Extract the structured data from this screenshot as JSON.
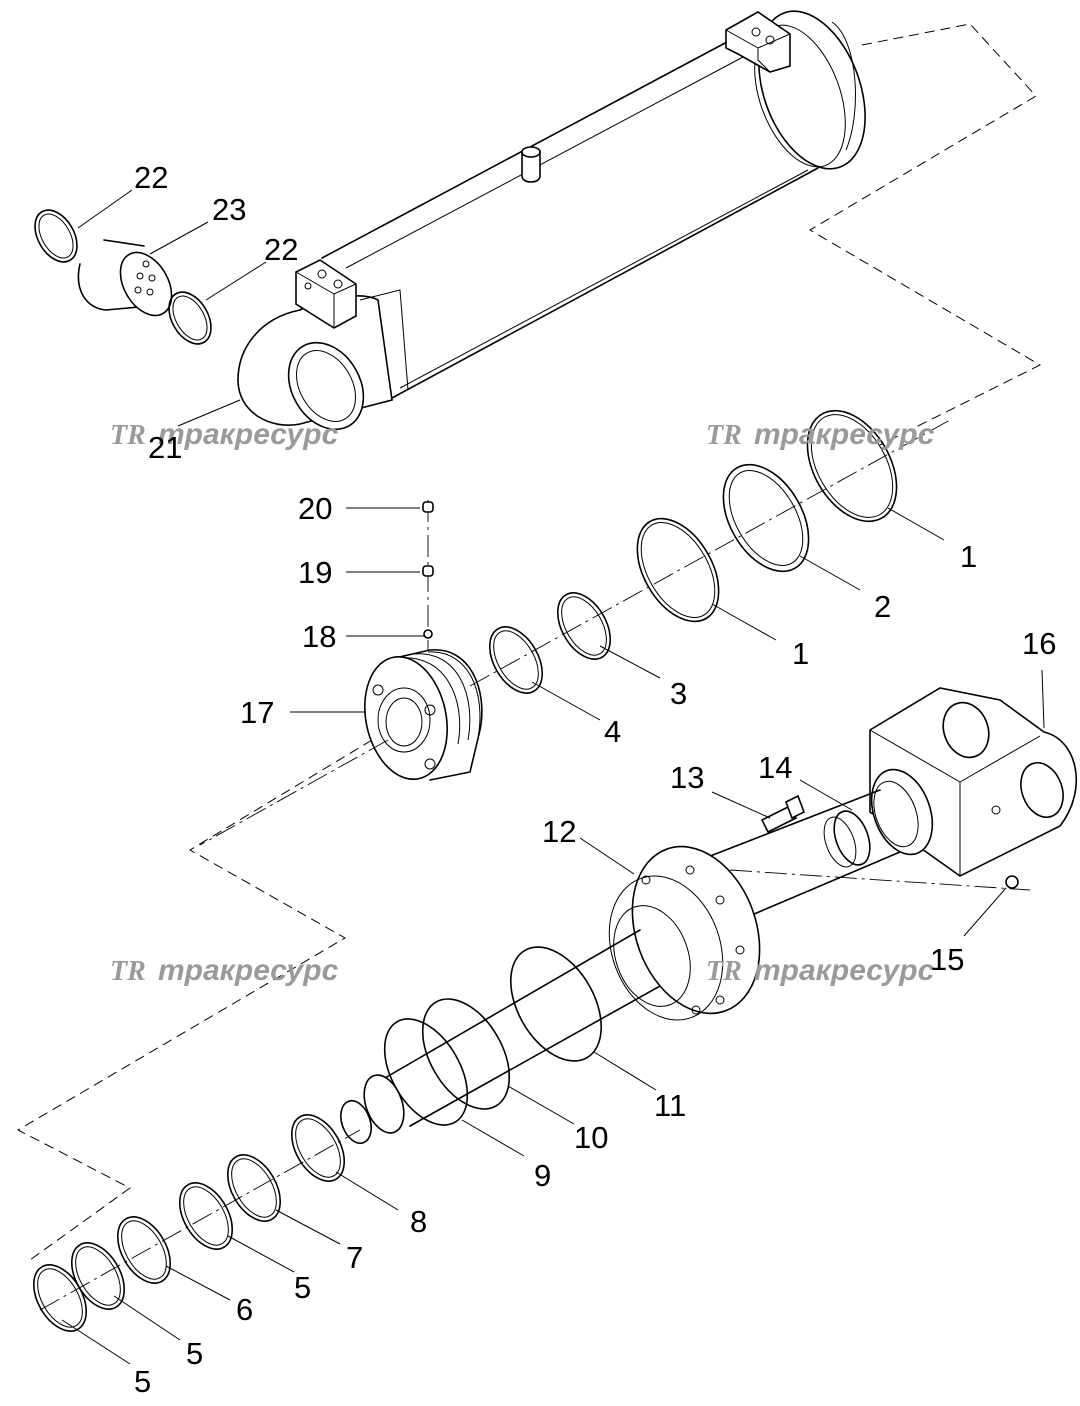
{
  "diagram": {
    "watermark": {
      "mark": "TR",
      "text": "тракресурс"
    },
    "callouts": [
      {
        "id": "c22a",
        "text": "22"
      },
      {
        "id": "c23",
        "text": "23"
      },
      {
        "id": "c22b",
        "text": "22"
      },
      {
        "id": "c21",
        "text": "21"
      },
      {
        "id": "c20",
        "text": "20"
      },
      {
        "id": "c19",
        "text": "19"
      },
      {
        "id": "c18",
        "text": "18"
      },
      {
        "id": "c17",
        "text": "17"
      },
      {
        "id": "c1a",
        "text": "1"
      },
      {
        "id": "c2",
        "text": "2"
      },
      {
        "id": "c1b",
        "text": "1"
      },
      {
        "id": "c3",
        "text": "3"
      },
      {
        "id": "c4",
        "text": "4"
      },
      {
        "id": "c16",
        "text": "16"
      },
      {
        "id": "c13",
        "text": "13"
      },
      {
        "id": "c14",
        "text": "14"
      },
      {
        "id": "c12",
        "text": "12"
      },
      {
        "id": "c15",
        "text": "15"
      },
      {
        "id": "c11",
        "text": "11"
      },
      {
        "id": "c10",
        "text": "10"
      },
      {
        "id": "c9",
        "text": "9"
      },
      {
        "id": "c8",
        "text": "8"
      },
      {
        "id": "c7",
        "text": "7"
      },
      {
        "id": "c5a",
        "text": "5"
      },
      {
        "id": "c6",
        "text": "6"
      },
      {
        "id": "c5b",
        "text": "5"
      },
      {
        "id": "c5c",
        "text": "5"
      }
    ]
  }
}
